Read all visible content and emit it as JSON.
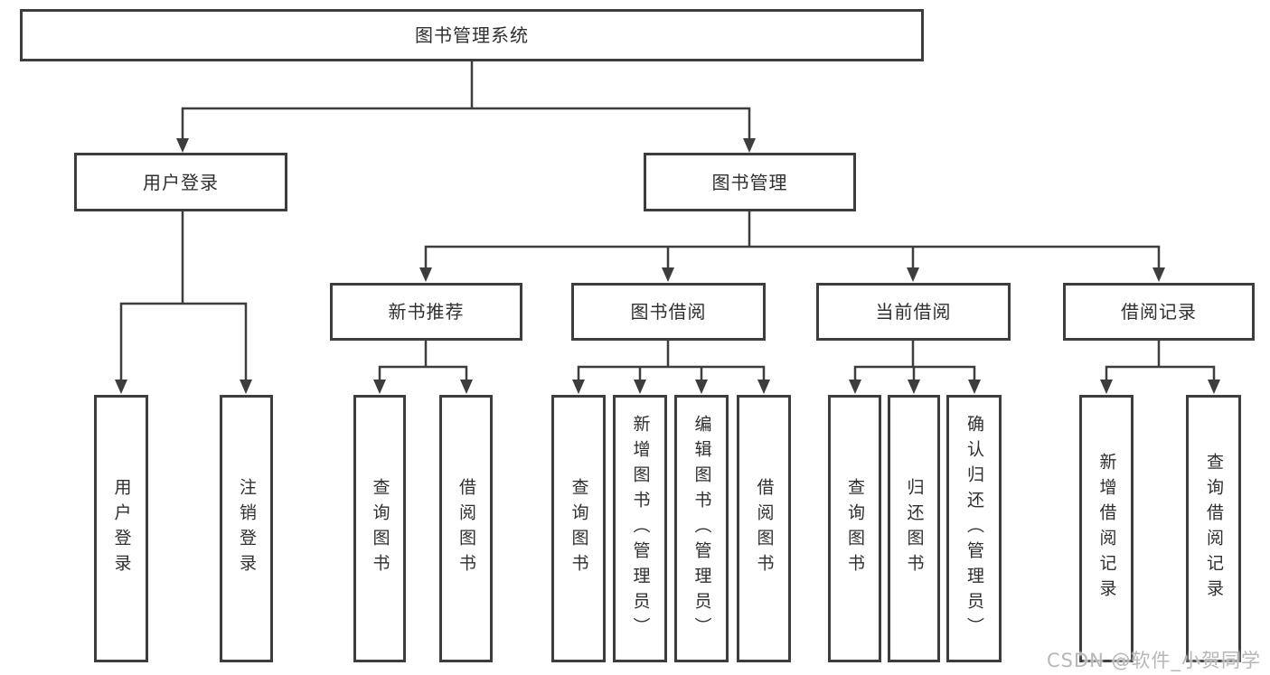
{
  "diagram": {
    "watermark": "CSDN @软件_小贺同学",
    "colors": {
      "line": "#3d3d3d",
      "box_border": "#3d3d3d",
      "text": "#2f2f2f",
      "background": "#ffffff",
      "watermark": "#b7b7b7"
    },
    "nodes": {
      "root": {
        "label": "图书管理系统"
      },
      "level2": [
        {
          "label": "用户登录"
        },
        {
          "label": "图书管理"
        }
      ],
      "level3": [
        {
          "label": "新书推荐"
        },
        {
          "label": "图书借阅"
        },
        {
          "label": "当前借阅"
        },
        {
          "label": "借阅记录"
        }
      ],
      "leaves": {
        "user_login": [
          "用户登录",
          "注销登录"
        ],
        "new_books": [
          "查询图书",
          "借阅图书"
        ],
        "book_borrow": [
          "查询图书",
          "新增图书（管理员）",
          "编辑图书（管理员）",
          "借阅图书"
        ],
        "current_borrow": [
          "查询图书",
          "归还图书",
          "确认归还（管理员）"
        ],
        "borrow_records": [
          "新增借阅记录",
          "查询借阅记录"
        ]
      }
    }
  }
}
